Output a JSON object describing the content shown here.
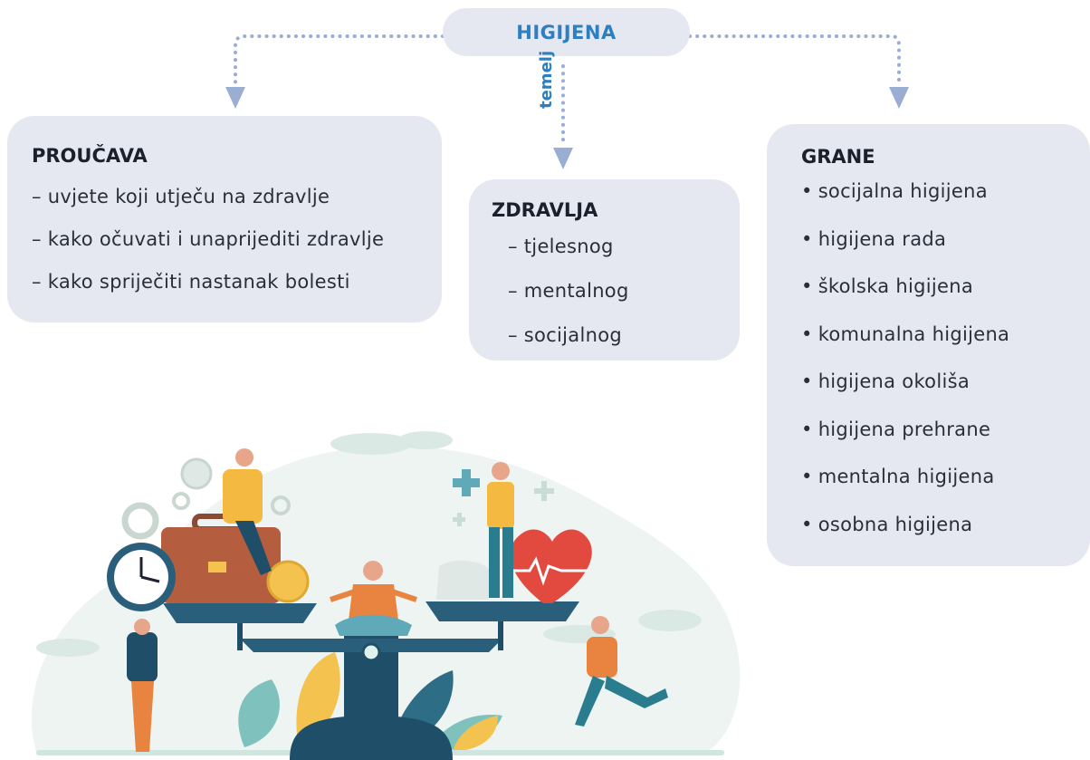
{
  "root": {
    "label": "HIGIJENA"
  },
  "center_link": {
    "label": "temelj"
  },
  "left_box": {
    "title": "PROUČAVA",
    "items": [
      "– uvjete koji utječu na zdravlje",
      "– kako očuvati i unaprijediti zdravlje",
      "– kako spriječiti nastanak bolesti"
    ]
  },
  "center_box": {
    "title": "ZDRAVLJA",
    "items": [
      "– tjelesnog",
      "– mentalnog",
      "– socijalnog"
    ]
  },
  "right_box": {
    "title": "GRANE",
    "items": [
      "socijalna higijena",
      "higijena rada",
      "školska higijena",
      "komunalna higijena",
      "higijena okoliša",
      "higijena prehrane",
      "mentalna higijena",
      "osobna higijena"
    ]
  },
  "colors": {
    "box_fill": "#e6e8f1",
    "accent_blue": "#2d7fc0",
    "connector": "#9aaed3",
    "text": "#1f2232"
  },
  "icons": [
    "dotted-arrow-icon",
    "balance-scale-illustration"
  ]
}
